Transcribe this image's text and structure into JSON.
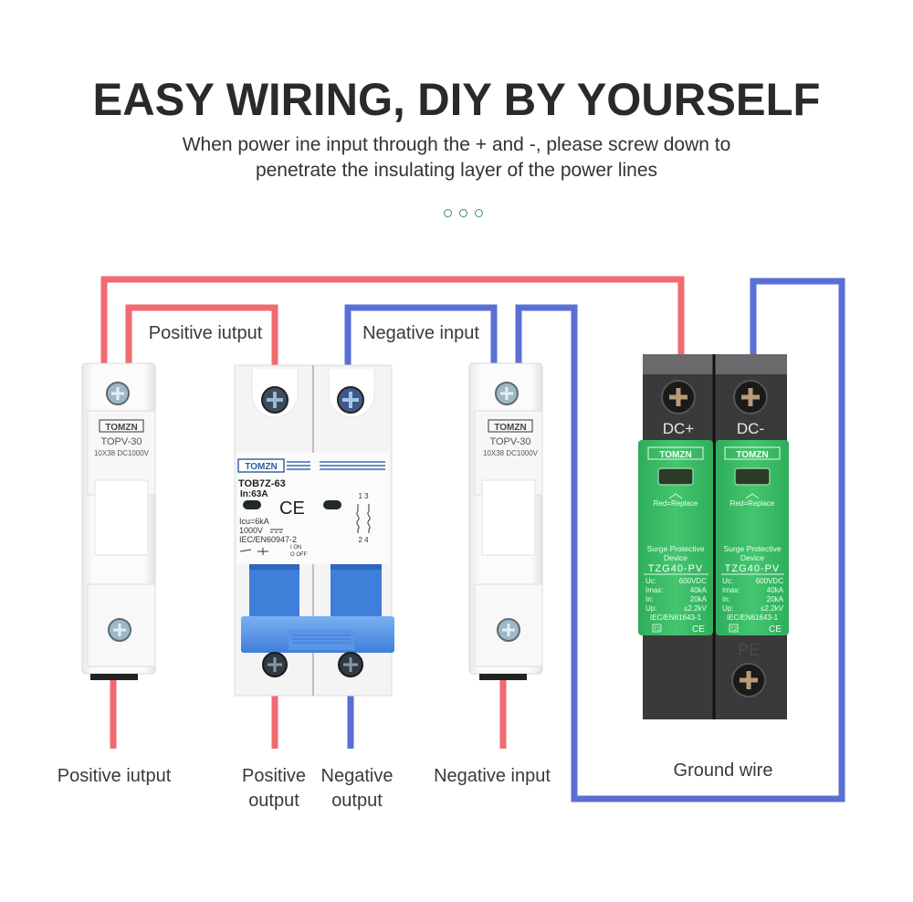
{
  "header": {
    "title": "EASY WIRING, DIY BY YOURSELF",
    "subtitle_line1": "When power ine input through the + and -, please screw down to",
    "subtitle_line2": "penetrate the insulating layer of the power lines"
  },
  "colors": {
    "positive_wire": "#f06a70",
    "negative_wire": "#5a6fd6",
    "spd_green": "#3fc06a",
    "spd_body": "#3a3a3c",
    "breaker_handle": "#4f8be0",
    "dots": "#3c8a72"
  },
  "labels": {
    "top_positive": "Positive iutput",
    "top_negative": "Negative input",
    "bottom_left": "Positive iutput",
    "bottom_pos_out_1": "Positive",
    "bottom_pos_out_2": "output",
    "bottom_neg_out_1": "Negative",
    "bottom_neg_out_2": "output",
    "bottom_neg_in": "Negative input",
    "ground": "Ground wire"
  },
  "fuse_holders": [
    {
      "brand": "TOMZN",
      "model": "TOPV-30",
      "rating": "10X38 DC1000V"
    },
    {
      "brand": "TOMZN",
      "model": "TOPV-30",
      "rating": "10X38 DC1000V"
    }
  ],
  "breaker": {
    "brand": "TOMZN",
    "model": "TOB7Z-63",
    "current": "In:63A",
    "icu": "Icu=6kA",
    "voltage": "1000V",
    "standard": "IEC/EN60947-2",
    "on_label": "I ON",
    "off_label": "O OFF",
    "ce": "CE",
    "terminal_top": "1 3",
    "terminal_bottom": "2 4"
  },
  "spd": {
    "poles": [
      {
        "terminal": "DC+",
        "brand": "TOMZN",
        "indicator": "Red=Replace",
        "type": "Surge Protective",
        "type2": "Device",
        "model": "TZG40-PV",
        "specs": [
          [
            "Uc:",
            "600VDC"
          ],
          [
            "Imax:",
            "40kA"
          ],
          [
            "In:",
            "20kA"
          ],
          [
            "Up:",
            "≤2.2kV"
          ]
        ],
        "standard": "IEC/EN61643-1",
        "class": "T2",
        "ce": "CE"
      },
      {
        "terminal": "DC-",
        "brand": "TOMZN",
        "indicator": "Red=Replace",
        "type": "Surge Protective",
        "type2": "Device",
        "model": "TZG40-PV",
        "specs": [
          [
            "Uc:",
            "600VDC"
          ],
          [
            "Imax:",
            "40kA"
          ],
          [
            "In:",
            "20kA"
          ],
          [
            "Up:",
            "≤2.2kV"
          ]
        ],
        "standard": "IEC/EN61643-1",
        "class": "T2",
        "ce": "CE"
      }
    ],
    "pe_label": "PE"
  }
}
